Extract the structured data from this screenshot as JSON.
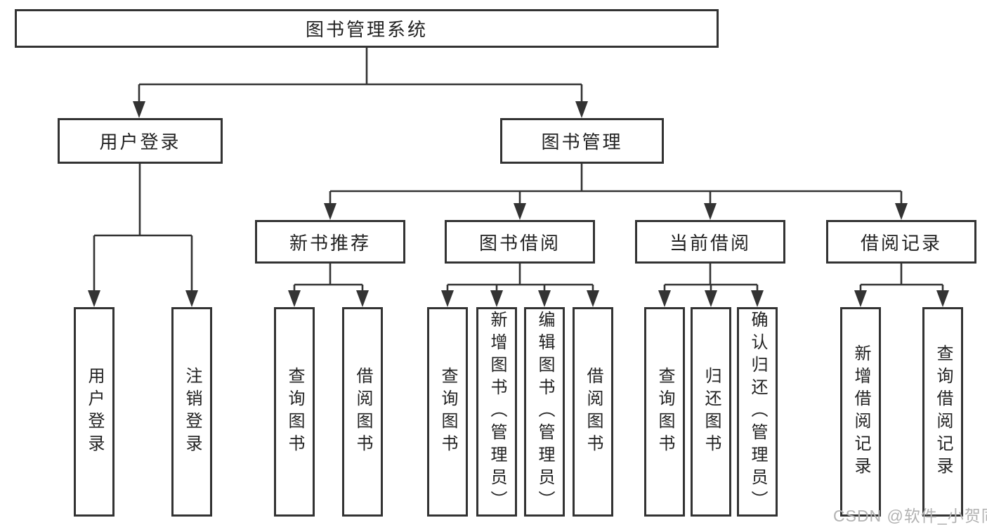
{
  "diagram": {
    "root": {
      "label": "图书管理系统"
    },
    "branches": {
      "user_login": {
        "label": "用户登录",
        "children": {
          "login": "用户登录",
          "logout": "注销登录"
        }
      },
      "book_mgmt": {
        "label": "图书管理",
        "sections": {
          "new_book": {
            "label": "新书推荐",
            "children": {
              "query": "查询图书",
              "borrow": "借阅图书"
            }
          },
          "book_borrow": {
            "label": "图书借阅",
            "children": {
              "query": "查询图书",
              "add": "新增图书（管理员）",
              "edit": "编辑图书（管理员）",
              "borrow": "借阅图书"
            }
          },
          "current_borrow": {
            "label": "当前借阅",
            "children": {
              "query": "查询图书",
              "return": "归还图书",
              "confirm": "确认归还（管理员）"
            }
          },
          "borrow_record": {
            "label": "借阅记录",
            "children": {
              "add": "新增借阅记录",
              "query": "查询借阅记录"
            }
          }
        }
      }
    },
    "watermark": "CSDN @软件_小贺同学",
    "colors": {
      "line": "#333333",
      "box_background": "#ffffff",
      "text": "#222222",
      "watermark": "#b2b2b2"
    }
  }
}
